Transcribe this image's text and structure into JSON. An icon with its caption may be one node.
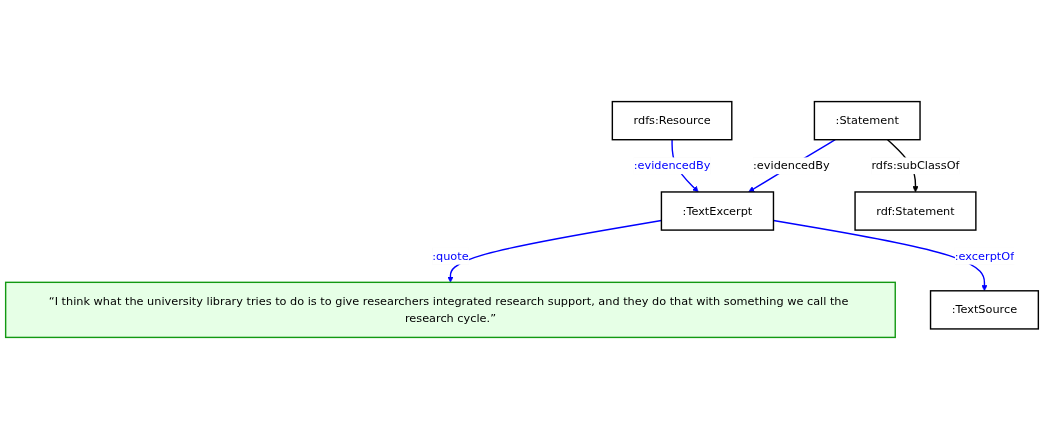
{
  "diagram": {
    "nodes": [
      {
        "text": [
          "“I think what the university library tries to do is to give researchers integrated research support, and they do that with something we call the research cycle.”"
        ]
      },
      {
        "text": [
          ":TextSource"
        ]
      },
      {
        "text": [
          ":TextExcerpt"
        ]
      },
      {
        "text": [
          ":Statement"
        ]
      },
      {
        "text": [
          "rdfs:Resource"
        ]
      },
      {
        "text": [
          "rdf:Statement"
        ]
      }
    ],
    "edges": [
      {
        "from": 2,
        "to": 0,
        "label": ":quote",
        "arrow": "to"
      },
      {
        "from": 2,
        "to": 1,
        "label": ":excerptOf",
        "arrow": "to"
      },
      {
        "from": 3,
        "to": 2,
        "label": ":evidencedBy",
        "arrow": "to"
      },
      {
        "from": 4,
        "to": 2,
        "label": ":evidencedBy",
        "arrow": "to"
      },
      {
        "from": 3,
        "to": 5,
        "label": "rdfs:subClassOf",
        "arrow": "to",
        "color": "#000000"
      }
    ]
  }
}
